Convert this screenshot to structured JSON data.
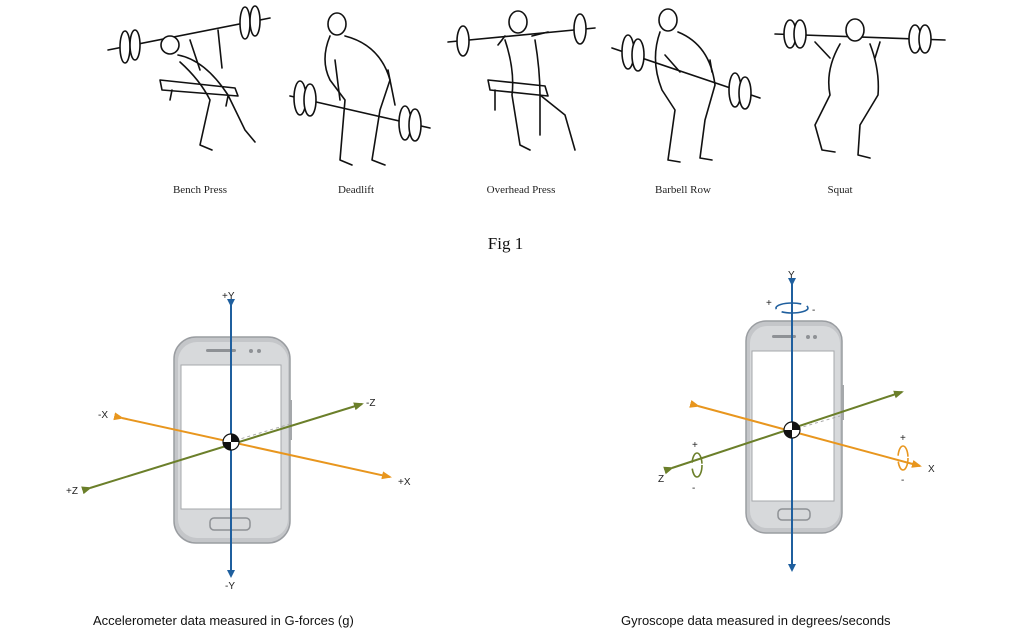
{
  "exercises": [
    {
      "label": "Bench Press",
      "icon": "bench-press-figure-icon"
    },
    {
      "label": "Deadlift",
      "icon": "deadlift-figure-icon"
    },
    {
      "label": "Overhead Press",
      "icon": "overhead-press-figure-icon"
    },
    {
      "label": "Barbell Row",
      "icon": "barbell-row-figure-icon"
    },
    {
      "label": "Squat",
      "icon": "squat-figure-icon"
    }
  ],
  "figure_title": "Fig 1",
  "accelerometer": {
    "caption": "Accelerometer data measured in G-forces (g)",
    "labels": {
      "py": "+Y",
      "ny": "-Y",
      "nx": "-X",
      "px": "+X",
      "nz": "-Z",
      "pz": "+Z"
    }
  },
  "gyroscope": {
    "caption": "Gyroscope data measured in degrees/seconds",
    "labels": {
      "y": "Y",
      "x": "X",
      "z": "Z",
      "plus": "+",
      "minus": "-"
    }
  },
  "colors": {
    "y_axis": "#1f5f9e",
    "x_axis": "#e8961e",
    "z_axis": "#6b7f2a",
    "phone": "#c9cbce"
  }
}
